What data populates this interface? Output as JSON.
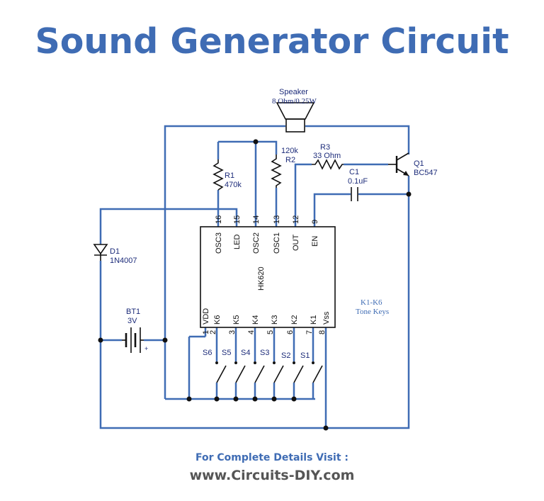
{
  "title": "Sound Generator Circuit",
  "speaker": {
    "name": "Speaker",
    "rating": "8 Ohm/0.25W"
  },
  "r1": {
    "name": "R1",
    "value": "470k"
  },
  "r2": {
    "name": "R2",
    "value": "120k"
  },
  "r3": {
    "name": "R3",
    "value": "33 Ohm"
  },
  "c1": {
    "name": "C1",
    "value": "0.1uF"
  },
  "q1": {
    "name": "Q1",
    "value": "BC547"
  },
  "d1": {
    "name": "D1",
    "value": "1N4007"
  },
  "bt1": {
    "name": "BT1",
    "value": "3V",
    "plus": "+"
  },
  "ic": {
    "name": "HK620",
    "top_pins": [
      {
        "num": "16",
        "label": "OSC3"
      },
      {
        "num": "15",
        "label": "LED"
      },
      {
        "num": "14",
        "label": "OSC2"
      },
      {
        "num": "13",
        "label": "OSC1"
      },
      {
        "num": "12",
        "label": "OUT"
      },
      {
        "num": "9",
        "label": "EN"
      }
    ],
    "bottom_pins": [
      {
        "num": "1",
        "label": "VDD"
      },
      {
        "num": "2",
        "label": "K6"
      },
      {
        "num": "3",
        "label": "K5"
      },
      {
        "num": "4",
        "label": "K4"
      },
      {
        "num": "5",
        "label": "K3"
      },
      {
        "num": "6",
        "label": "K2"
      },
      {
        "num": "7",
        "label": "K1"
      },
      {
        "num": "8",
        "label": "Vss"
      }
    ]
  },
  "switches": [
    "S6",
    "S5",
    "S4",
    "S3",
    "S2",
    "S1"
  ],
  "note": {
    "line1": "K1-K6",
    "line2": "Tone Keys"
  },
  "footer": {
    "line1": "For Complete Details Visit :",
    "line2": "www.Circuits-DIY.com"
  },
  "colors": {
    "wire": "#3f6cb4",
    "title": "#3f6cb4",
    "label": "#1d2c7a"
  }
}
